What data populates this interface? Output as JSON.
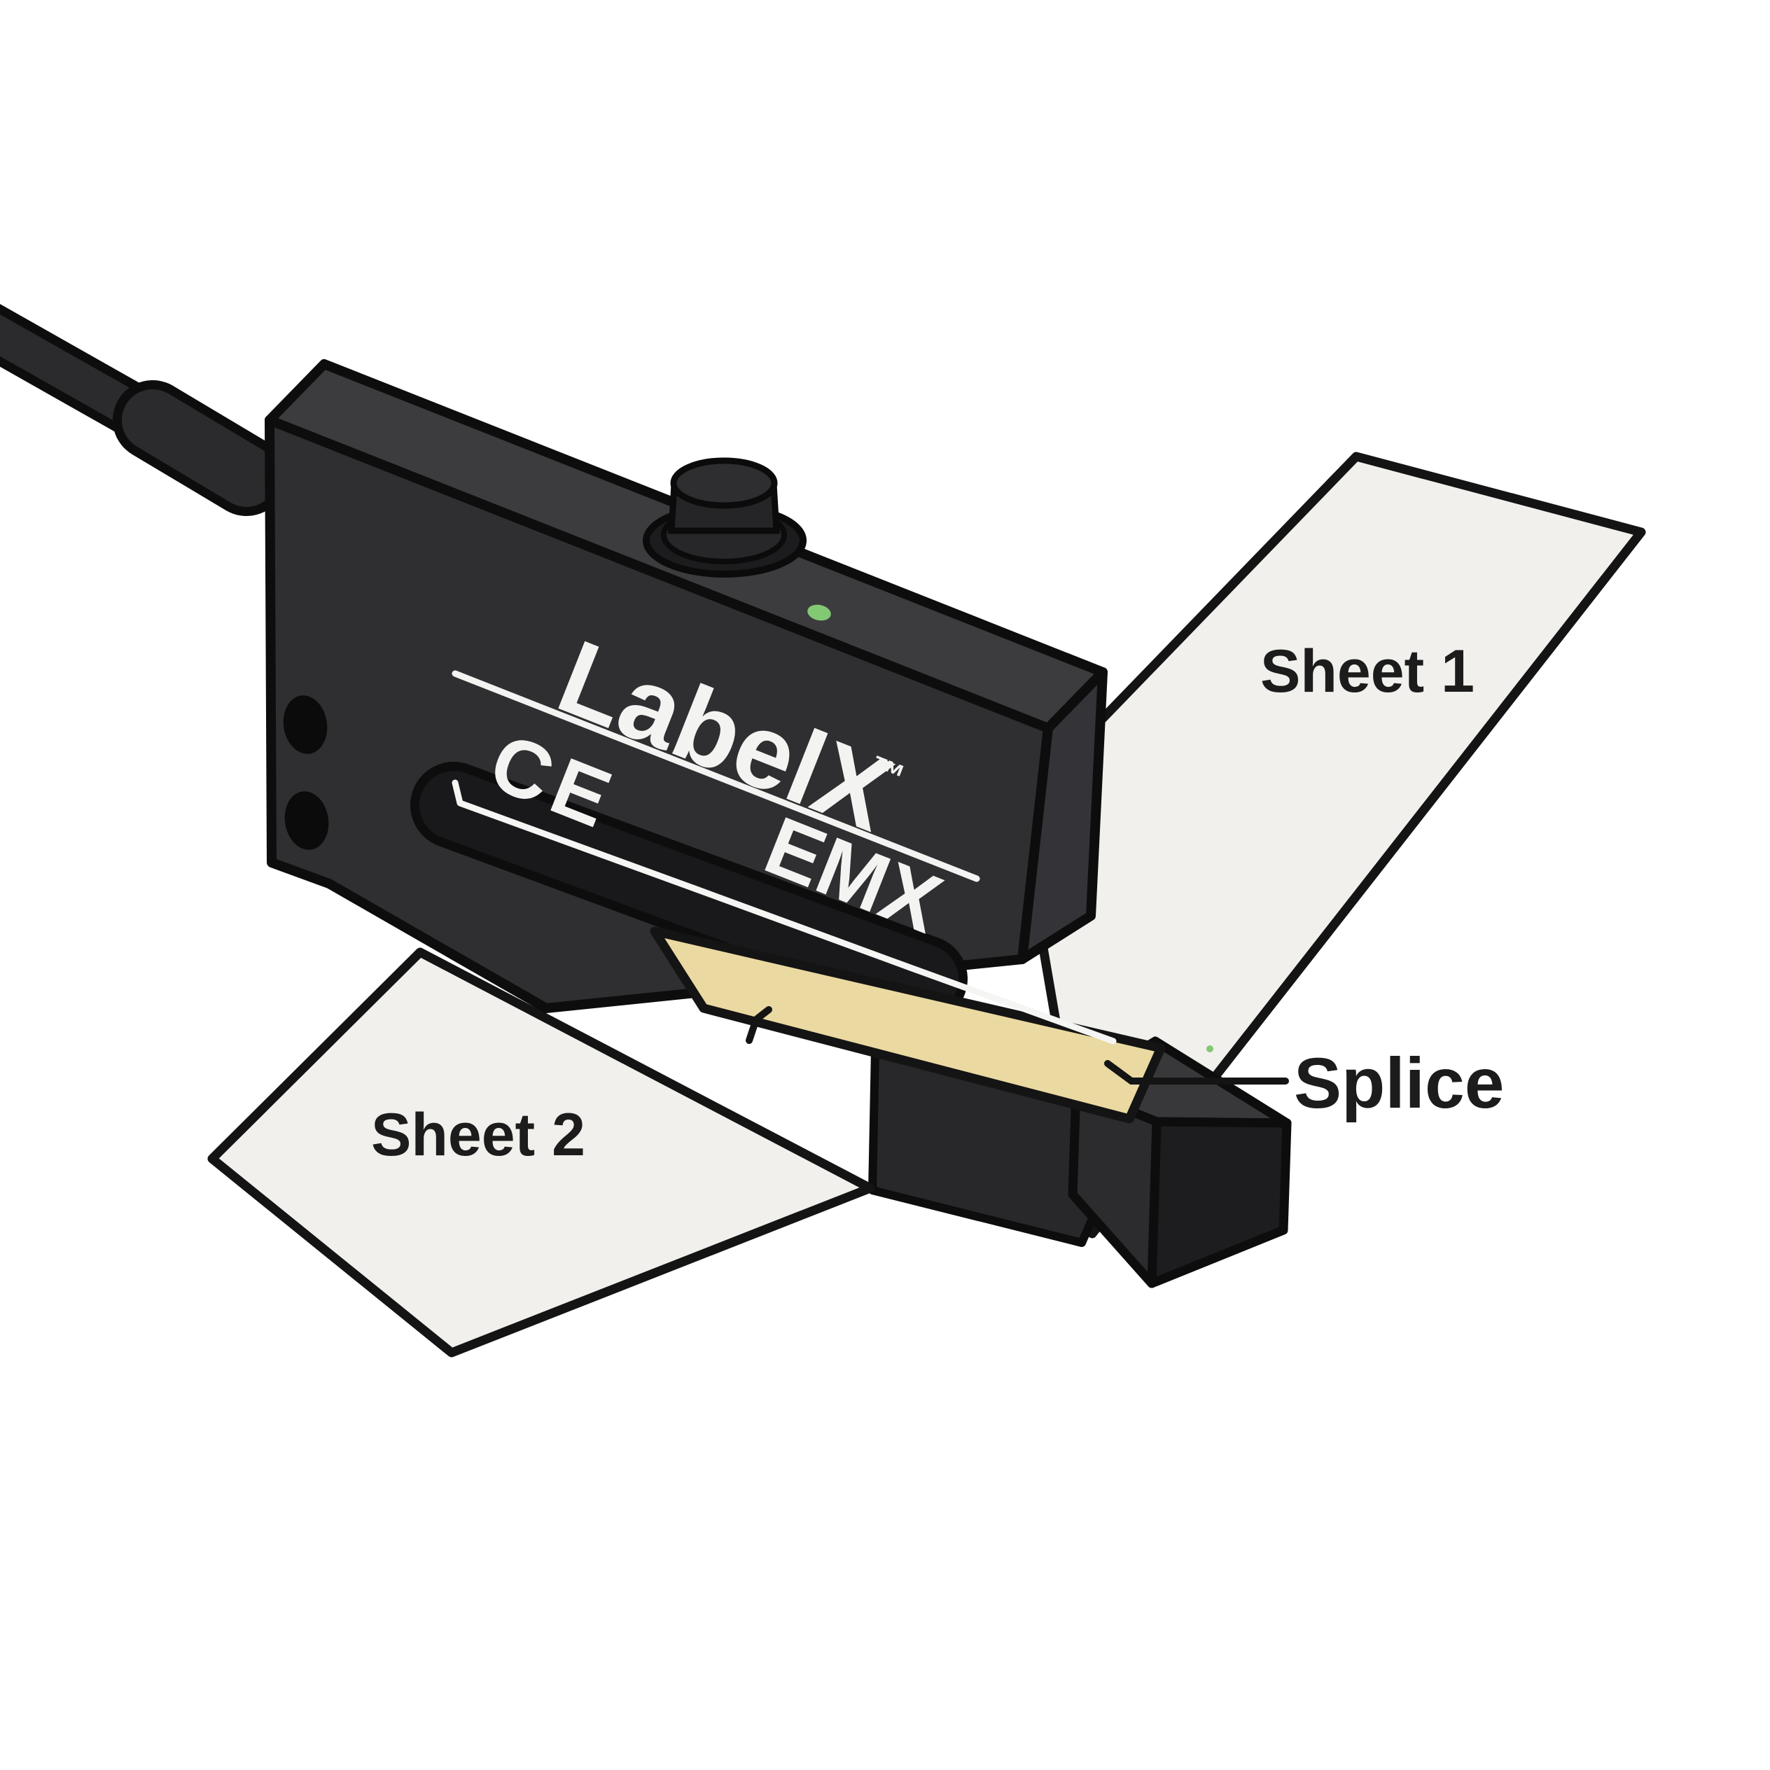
{
  "illustration": {
    "title": "Label splice sensor with two sheets and splice",
    "background_color": "#ffffff",
    "sensor": {
      "brand": "LabelX",
      "trademark": "™",
      "ce_mark": "CE",
      "model": "EMX",
      "print_color": "#f3f3f1",
      "body_color": "#2f2f32",
      "top_face_color": "#3c3c3f",
      "right_face_color": "#343438",
      "lower_arm_color": "#28282b",
      "block_front_color": "#2c2c2f",
      "block_right_color": "#1d1d1f",
      "block_top_color": "#38383b",
      "slot_color": "#19191b",
      "outline_color": "#0d0d0d",
      "cable_color": "#2b2b2d",
      "led_color": "#83c873"
    },
    "web": {
      "sheet1_label": "Sheet 1",
      "sheet2_label": "Sheet 2",
      "splice_label": "Splice",
      "sheet_color": "#f1f0ed",
      "splice_color": "#ebd9a2",
      "edge_color": "#141414",
      "annotation_color": "#1c1c1c"
    }
  }
}
